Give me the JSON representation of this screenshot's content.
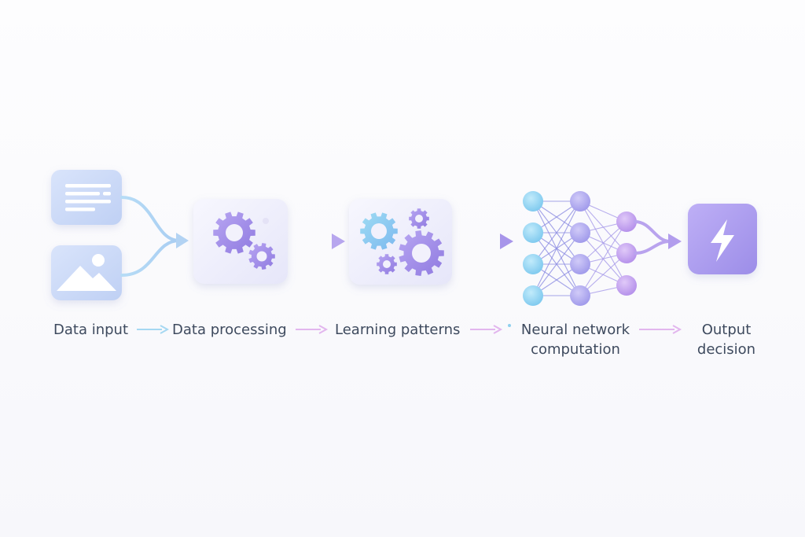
{
  "diagram": {
    "stages": [
      {
        "id": "data-input",
        "label_lines": [
          "Data input"
        ]
      },
      {
        "id": "data-processing",
        "label_lines": [
          "Data processing"
        ]
      },
      {
        "id": "learning-patterns",
        "label_lines": [
          "Learning patterns"
        ]
      },
      {
        "id": "neural-network",
        "label_lines": [
          "Neural network",
          "computation"
        ]
      },
      {
        "id": "output-decision",
        "label_lines": [
          "Output",
          "decision"
        ]
      }
    ],
    "network_layers": [
      4,
      4,
      3
    ],
    "icons": {
      "text_document": "text-document-icon",
      "image": "image-icon",
      "gears_processing": "gears-icon",
      "gears_learning": "gears-icon",
      "neural_network": "neural-network-icon",
      "output": "lightning-bolt-icon"
    },
    "colors": {
      "blue": "#8ed3ee",
      "purple": "#a995ea",
      "pink": "#e2b4ee",
      "text": "#3e4a5e"
    }
  }
}
